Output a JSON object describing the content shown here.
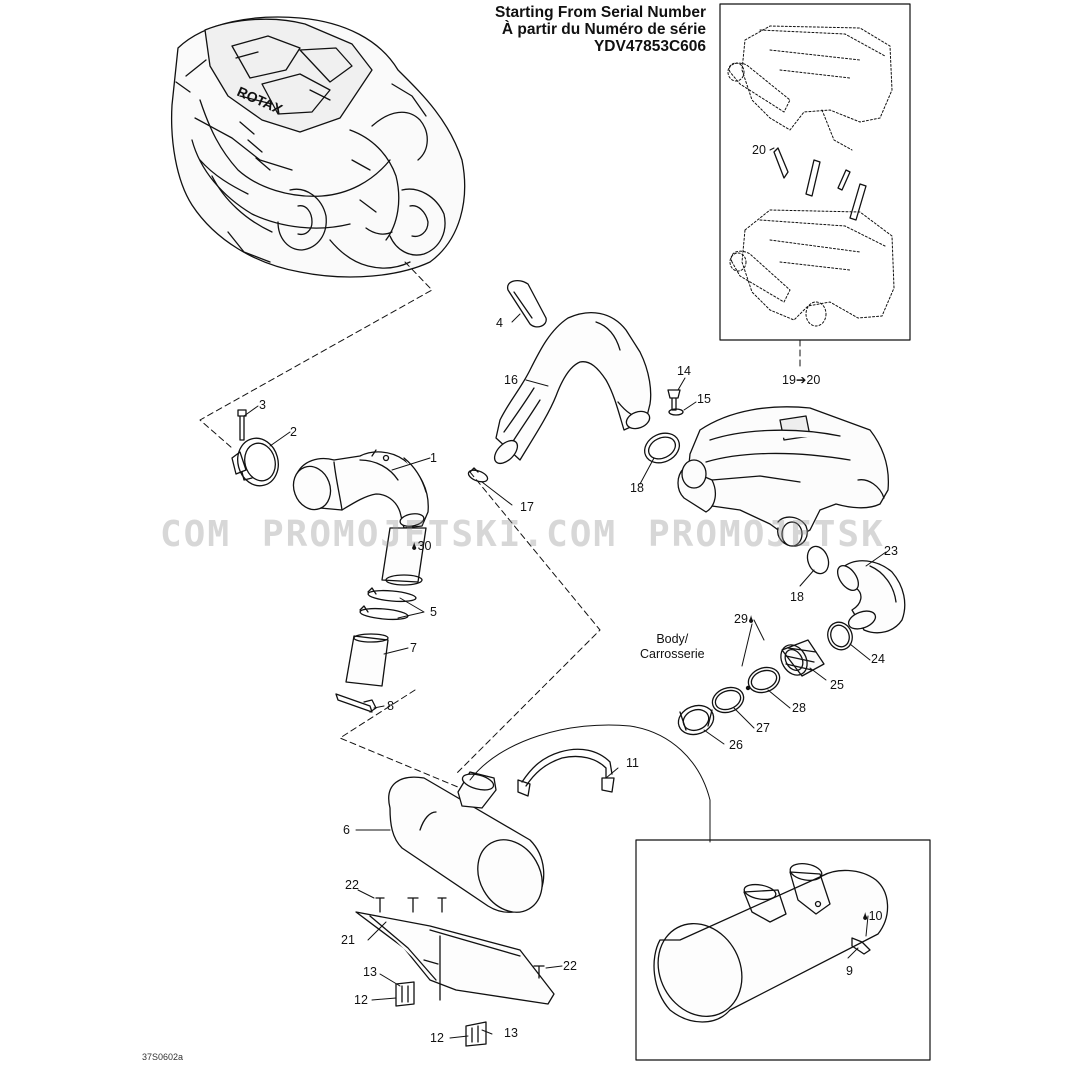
{
  "header": {
    "line1": "Starting From Serial Number",
    "line2": "À partir du Numéro de série",
    "line3": "YDV47853C606"
  },
  "engine_brand": "ROTAX",
  "watermark": {
    "left": "COM",
    "middle": "PROMOJETSKI.COM",
    "right": "PROMOJETSK"
  },
  "body_note": {
    "line1": "Body/",
    "line2": "Carrosserie"
  },
  "drop_symbol": "🌢",
  "reference_code": "37S0602a",
  "callouts": [
    {
      "id": "c1",
      "text": "1"
    },
    {
      "id": "c2",
      "text": "2"
    },
    {
      "id": "c3",
      "text": "3"
    },
    {
      "id": "c4",
      "text": "4"
    },
    {
      "id": "c5",
      "text": "5"
    },
    {
      "id": "c6",
      "text": "6"
    },
    {
      "id": "c7",
      "text": "7"
    },
    {
      "id": "c8",
      "text": "8"
    },
    {
      "id": "c9",
      "text": "9"
    },
    {
      "id": "c10",
      "text": "10"
    },
    {
      "id": "c11",
      "text": "11"
    },
    {
      "id": "c12a",
      "text": "12"
    },
    {
      "id": "c12b",
      "text": "12"
    },
    {
      "id": "c13a",
      "text": "13"
    },
    {
      "id": "c13b",
      "text": "13"
    },
    {
      "id": "c14",
      "text": "14"
    },
    {
      "id": "c15",
      "text": "15"
    },
    {
      "id": "c16",
      "text": "16"
    },
    {
      "id": "c17",
      "text": "17"
    },
    {
      "id": "c18a",
      "text": "18"
    },
    {
      "id": "c18b",
      "text": "18"
    },
    {
      "id": "c1920",
      "text": "19➔20"
    },
    {
      "id": "c20",
      "text": "20"
    },
    {
      "id": "c21",
      "text": "21"
    },
    {
      "id": "c22a",
      "text": "22"
    },
    {
      "id": "c22b",
      "text": "22"
    },
    {
      "id": "c23",
      "text": "23"
    },
    {
      "id": "c24",
      "text": "24"
    },
    {
      "id": "c25",
      "text": "25"
    },
    {
      "id": "c26",
      "text": "26"
    },
    {
      "id": "c27",
      "text": "27"
    },
    {
      "id": "c28",
      "text": "28"
    },
    {
      "id": "c29",
      "text": "29"
    },
    {
      "id": "c30",
      "text": "30"
    }
  ]
}
